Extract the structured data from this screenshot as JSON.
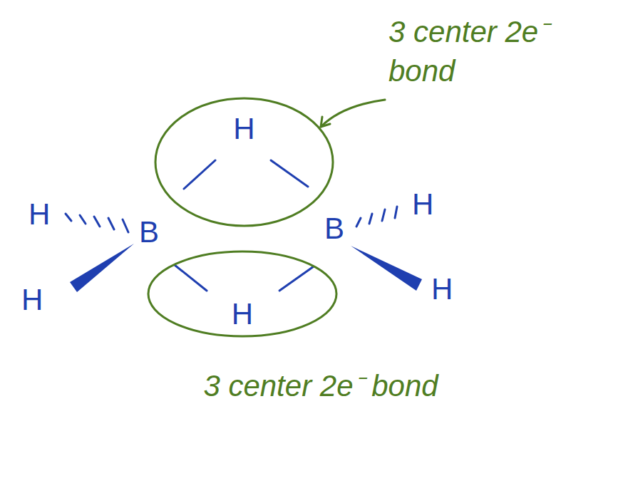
{
  "diagram": {
    "nodes": [
      {
        "text": [
          "H"
        ]
      },
      {
        "text": [
          "H"
        ]
      }
    ],
    "labels": [
      "3 center 2e⁻ bond",
      "H",
      "B",
      "B",
      "H",
      "H",
      "H",
      "3 center 2e⁻ bond"
    ]
  }
}
